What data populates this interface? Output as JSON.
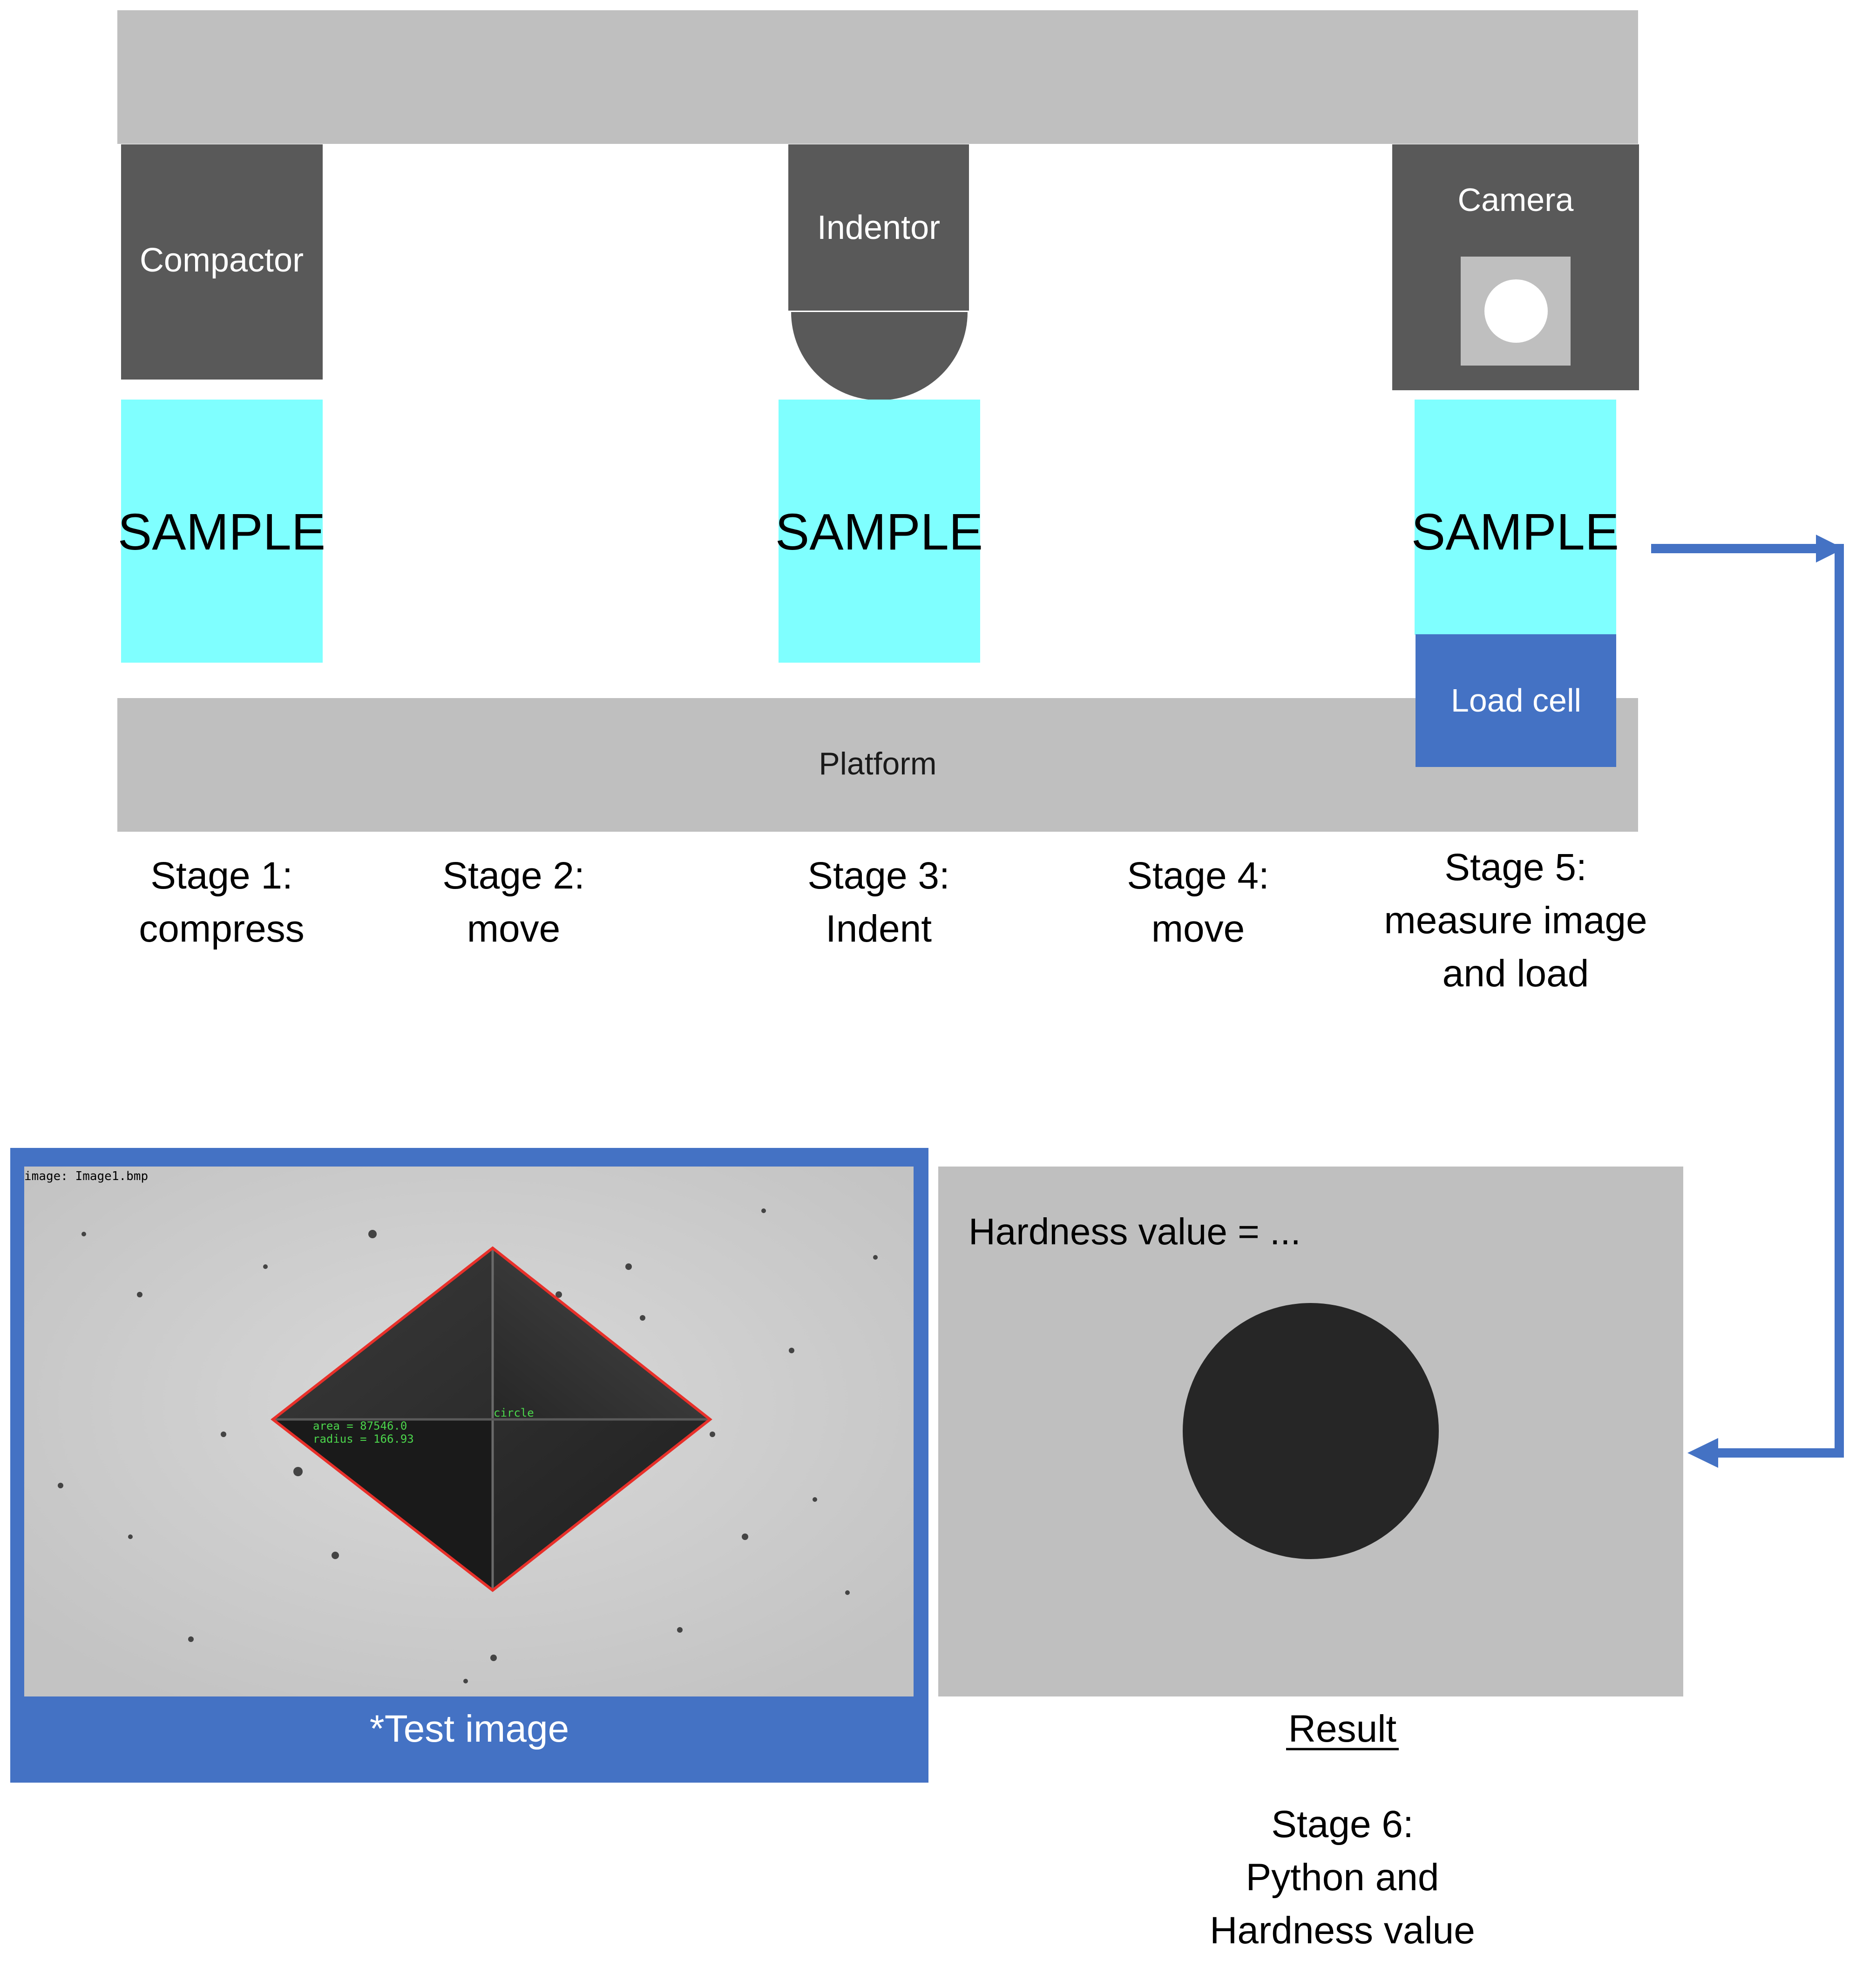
{
  "gantry": {
    "top_beam_color": "#bfbfbf",
    "platform_label": "Platform",
    "tool_color": "#595959"
  },
  "tools": {
    "compactor": "Compactor",
    "indentor": "Indentor",
    "camera": "Camera"
  },
  "samples": {
    "label": "SAMPLE",
    "color": "#7fffff"
  },
  "load_cell": {
    "label": "Load cell",
    "color": "#4472c4"
  },
  "stages": [
    {
      "lines": [
        "Stage 1:",
        "compress"
      ]
    },
    {
      "lines": [
        "Stage 2:",
        "move"
      ]
    },
    {
      "lines": [
        "Stage 3:",
        "Indent"
      ]
    },
    {
      "lines": [
        "Stage 4:",
        "move"
      ]
    },
    {
      "lines": [
        "Stage 5:",
        "measure image",
        "and load"
      ]
    },
    {
      "lines": [
        "Stage 6:",
        "Python and",
        "Hardness value"
      ]
    }
  ],
  "test_image": {
    "caption": "*Test image",
    "frame_color": "#4472c4",
    "header_text": "image: Image1.bmp",
    "overlay_label": "circle",
    "area_text": "area =  87546.0",
    "radius_text": "radius = 166.93"
  },
  "result": {
    "hardness_text": "Hardness value = ...",
    "caption": "Result"
  },
  "arrow_color": "#4472c4"
}
